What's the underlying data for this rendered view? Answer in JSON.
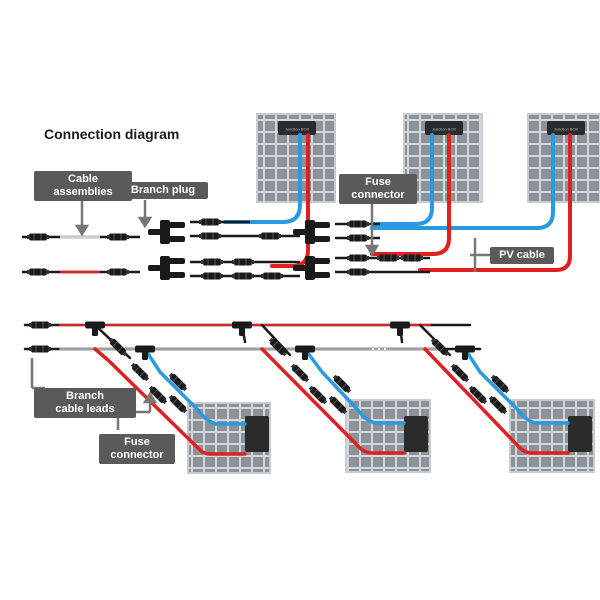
{
  "title": "Connection diagram",
  "labels": {
    "cable_assemblies": [
      "Cable",
      "assemblies"
    ],
    "branch_plug": "Branch plug",
    "fuse_connector_top": [
      "Fuse",
      "connector"
    ],
    "pv_cable": "PV cable",
    "branch_cable_leads": [
      "Branch",
      "cable leads"
    ],
    "fuse_connector_bottom": [
      "Fuse",
      "connector"
    ]
  },
  "junction_box_label": "Junction BOX",
  "colors": {
    "positive_wire": "#e02020",
    "negative_wire": "#2a9ae0",
    "black_cable": "#1a1a1a",
    "panel_cell": "#8a8f96",
    "panel_frame": "#c8ccd0",
    "label_bg": "#5a5a5a"
  }
}
